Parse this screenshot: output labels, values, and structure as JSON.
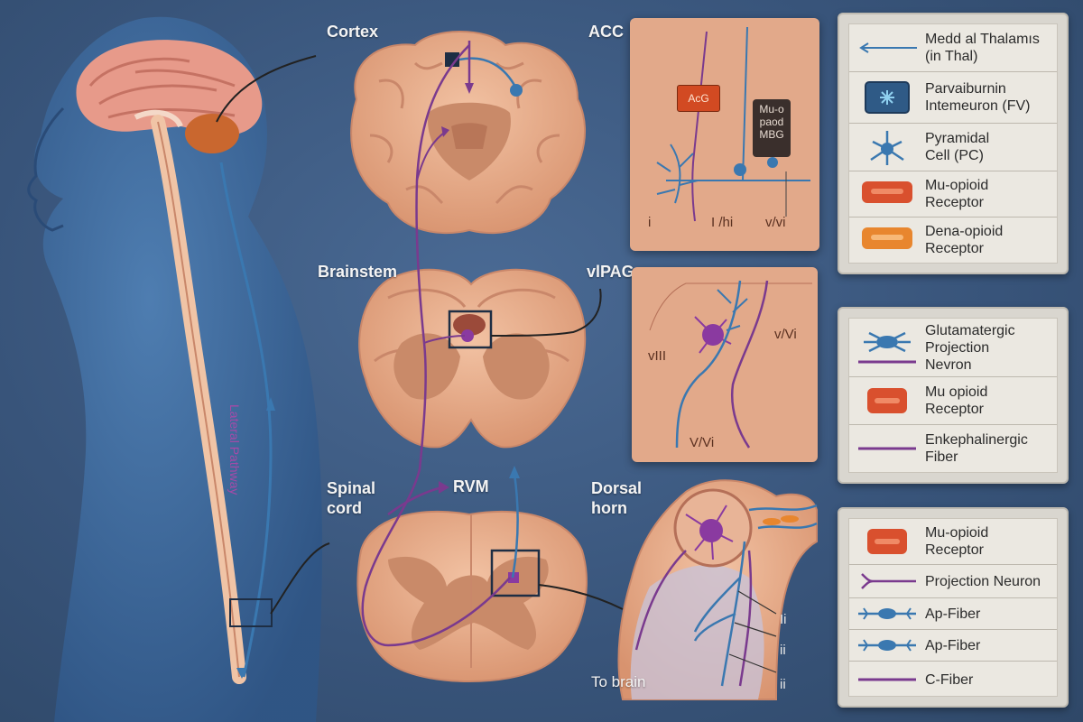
{
  "labels": {
    "cortex": "Cortex",
    "acc": "ACC",
    "brainstem": "Brainstem",
    "vlpag": "vlPAG",
    "spinal_cord": "Spinal\ncord",
    "rvm": "RVM",
    "dorsal_horn": "Dorsal\nhorn",
    "to_brain": "To brain",
    "body_vertical": "Lateral Pathway"
  },
  "acc_panel": {
    "box1": "AcG",
    "box2": "Mu-o\npaod\nMBG",
    "bottom": [
      "i",
      "I /hi",
      "v/vi"
    ]
  },
  "pag_panel": {
    "left": "vIII",
    "right": "v/Vi",
    "bottom": "V/Vi"
  },
  "dh_panel": {
    "laminae": [
      "Ii",
      "ii",
      "ii"
    ]
  },
  "legend1": [
    {
      "symbol": "arrow-line",
      "text": "Medd al Thalamıs\n(in Thal)"
    },
    {
      "symbol": "pv-interneuron",
      "text": "Parvaiburnin\nIntemeuron (FV)"
    },
    {
      "symbol": "pyramidal-cell",
      "text": "Pyramidal\nCell (PC)"
    },
    {
      "symbol": "mu-receptor",
      "text": "Mu-opioid\nReceptor"
    },
    {
      "symbol": "delta-receptor",
      "text": "Dena-opioid\nReceptor"
    }
  ],
  "legend2": [
    {
      "symbol": "glutamatergic-neuron",
      "text": "Glutamatergic\nProjection\nNevron"
    },
    {
      "symbol": "mu-receptor",
      "text": "Mu opioid\nReceptor"
    },
    {
      "symbol": "enkephalinergic-fiber",
      "text": "Enkephalinergic\nFiber"
    }
  ],
  "legend3": [
    {
      "symbol": "mu-receptor",
      "text": "Mu-opioid\nReceptor"
    },
    {
      "symbol": "projection-neuron",
      "text": "Projection Neuron"
    },
    {
      "symbol": "ab-fiber",
      "text": "Ap-Fiber"
    },
    {
      "symbol": "ab-fiber",
      "text": "Ap-Fiber"
    },
    {
      "symbol": "c-fiber",
      "text": "C-Fiber"
    }
  ],
  "colors": {
    "background": "#3c5a82",
    "tissue": "#e2a98a",
    "purple_fiber": "#7a3a8e",
    "blue_fiber": "#3a78b0",
    "mu_receptor": "#d9502e",
    "delta_receptor": "#e8862e"
  }
}
